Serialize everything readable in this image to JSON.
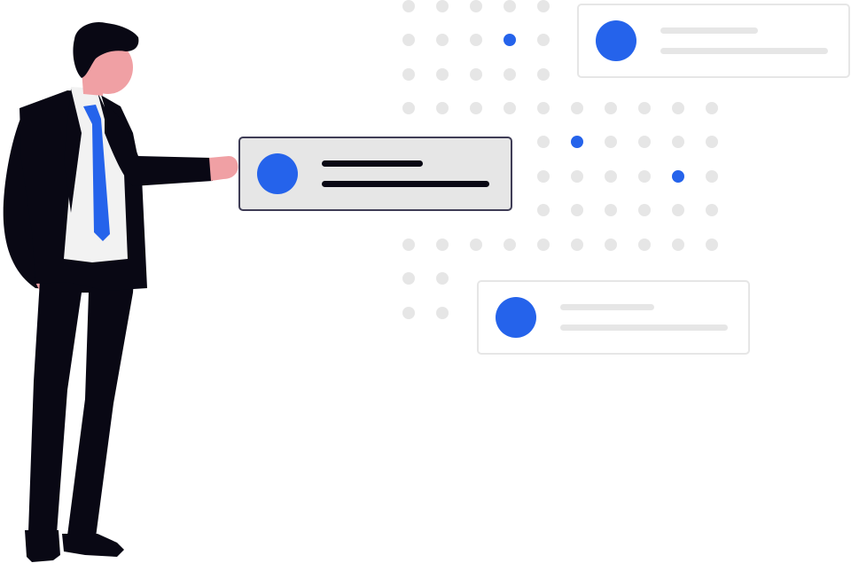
{
  "colors": {
    "background": "#ffffff",
    "accent": "#2563EB",
    "dot": "#E6E6E6",
    "card_border_light": "#E6E6E6",
    "card_border_dark": "#3F3D56",
    "card_fill_active": "#E6E6E6",
    "line_dark": "#090814",
    "line_light": "#E6E6E6",
    "suit": "#090814",
    "skin": "#F0A0A4",
    "shirt": "#F2F2F2",
    "tie": "#2563EB"
  },
  "illustration": {
    "subject": "person-presenting-cards",
    "cards": [
      {
        "name": "card-top-right",
        "state": "inactive",
        "lines": 2
      },
      {
        "name": "card-active",
        "state": "active",
        "lines": 2
      },
      {
        "name": "card-bottom",
        "state": "inactive",
        "lines": 2
      }
    ],
    "highlighted_dots": 3
  }
}
